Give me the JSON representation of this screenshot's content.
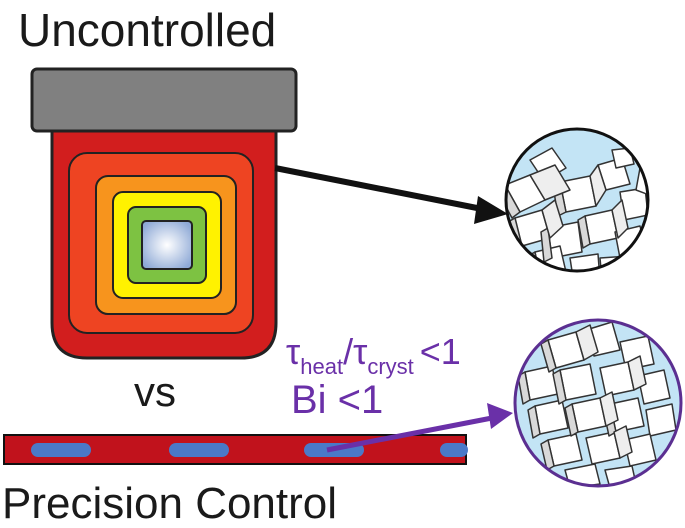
{
  "top_label": "Uncontrolled",
  "vs_label": "vs",
  "bottom_label": "Precision Control",
  "ratio": {
    "tau": "τ",
    "heat_sub": "heat",
    "slash": "/",
    "cryst_sub": "cryst",
    "compare": "<1"
  },
  "biot": "Bi <1",
  "colors": {
    "text": "#1a1a1a",
    "annotation": "#6a30a8",
    "lid": "#808080",
    "jar_red": "#d21e1e",
    "ring_orange_red": "#ee4422",
    "ring_orange": "#f7941d",
    "ring_yellow": "#fff200",
    "ring_green": "#7dc242",
    "core_blue": "#a6bfe0",
    "water": "#c3e4f5",
    "tube": "#c1121c",
    "cell": "#4a79c8",
    "circle_purple": "#5b2f91"
  }
}
